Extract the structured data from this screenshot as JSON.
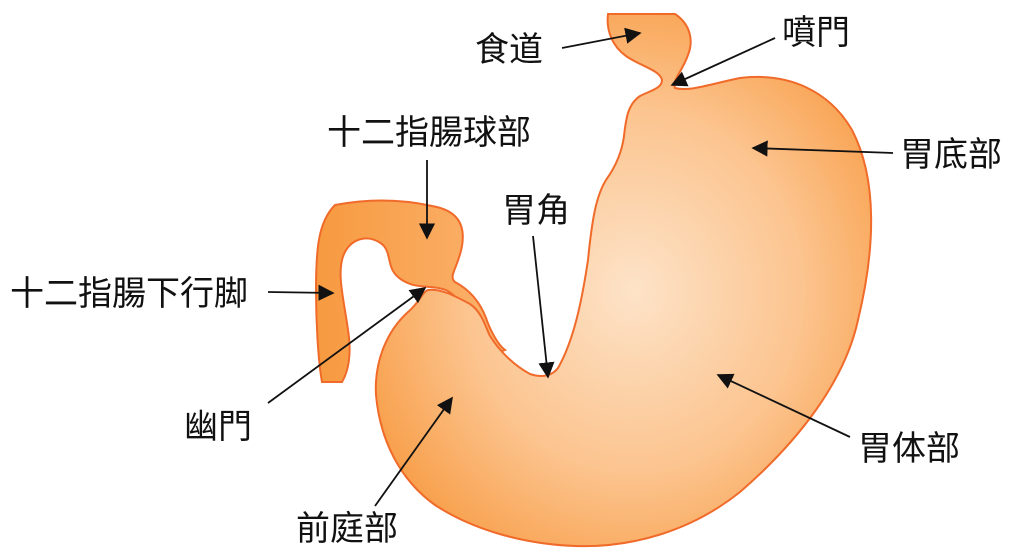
{
  "diagram": {
    "labels": {
      "esophagus": "食道",
      "cardia": "噴門",
      "duodenal_bulb": "十二指腸球部",
      "gastric_fundus": "胃底部",
      "gastric_angle": "胃角",
      "descending_duodenum": "十二指腸下行脚",
      "pylorus": "幽門",
      "gastric_body": "胃体部",
      "antrum": "前庭部"
    },
    "colors": {
      "fill_light": "#fde3c8",
      "fill_dark": "#f79a40",
      "outline": "#f06a2a",
      "text": "#111111"
    }
  }
}
